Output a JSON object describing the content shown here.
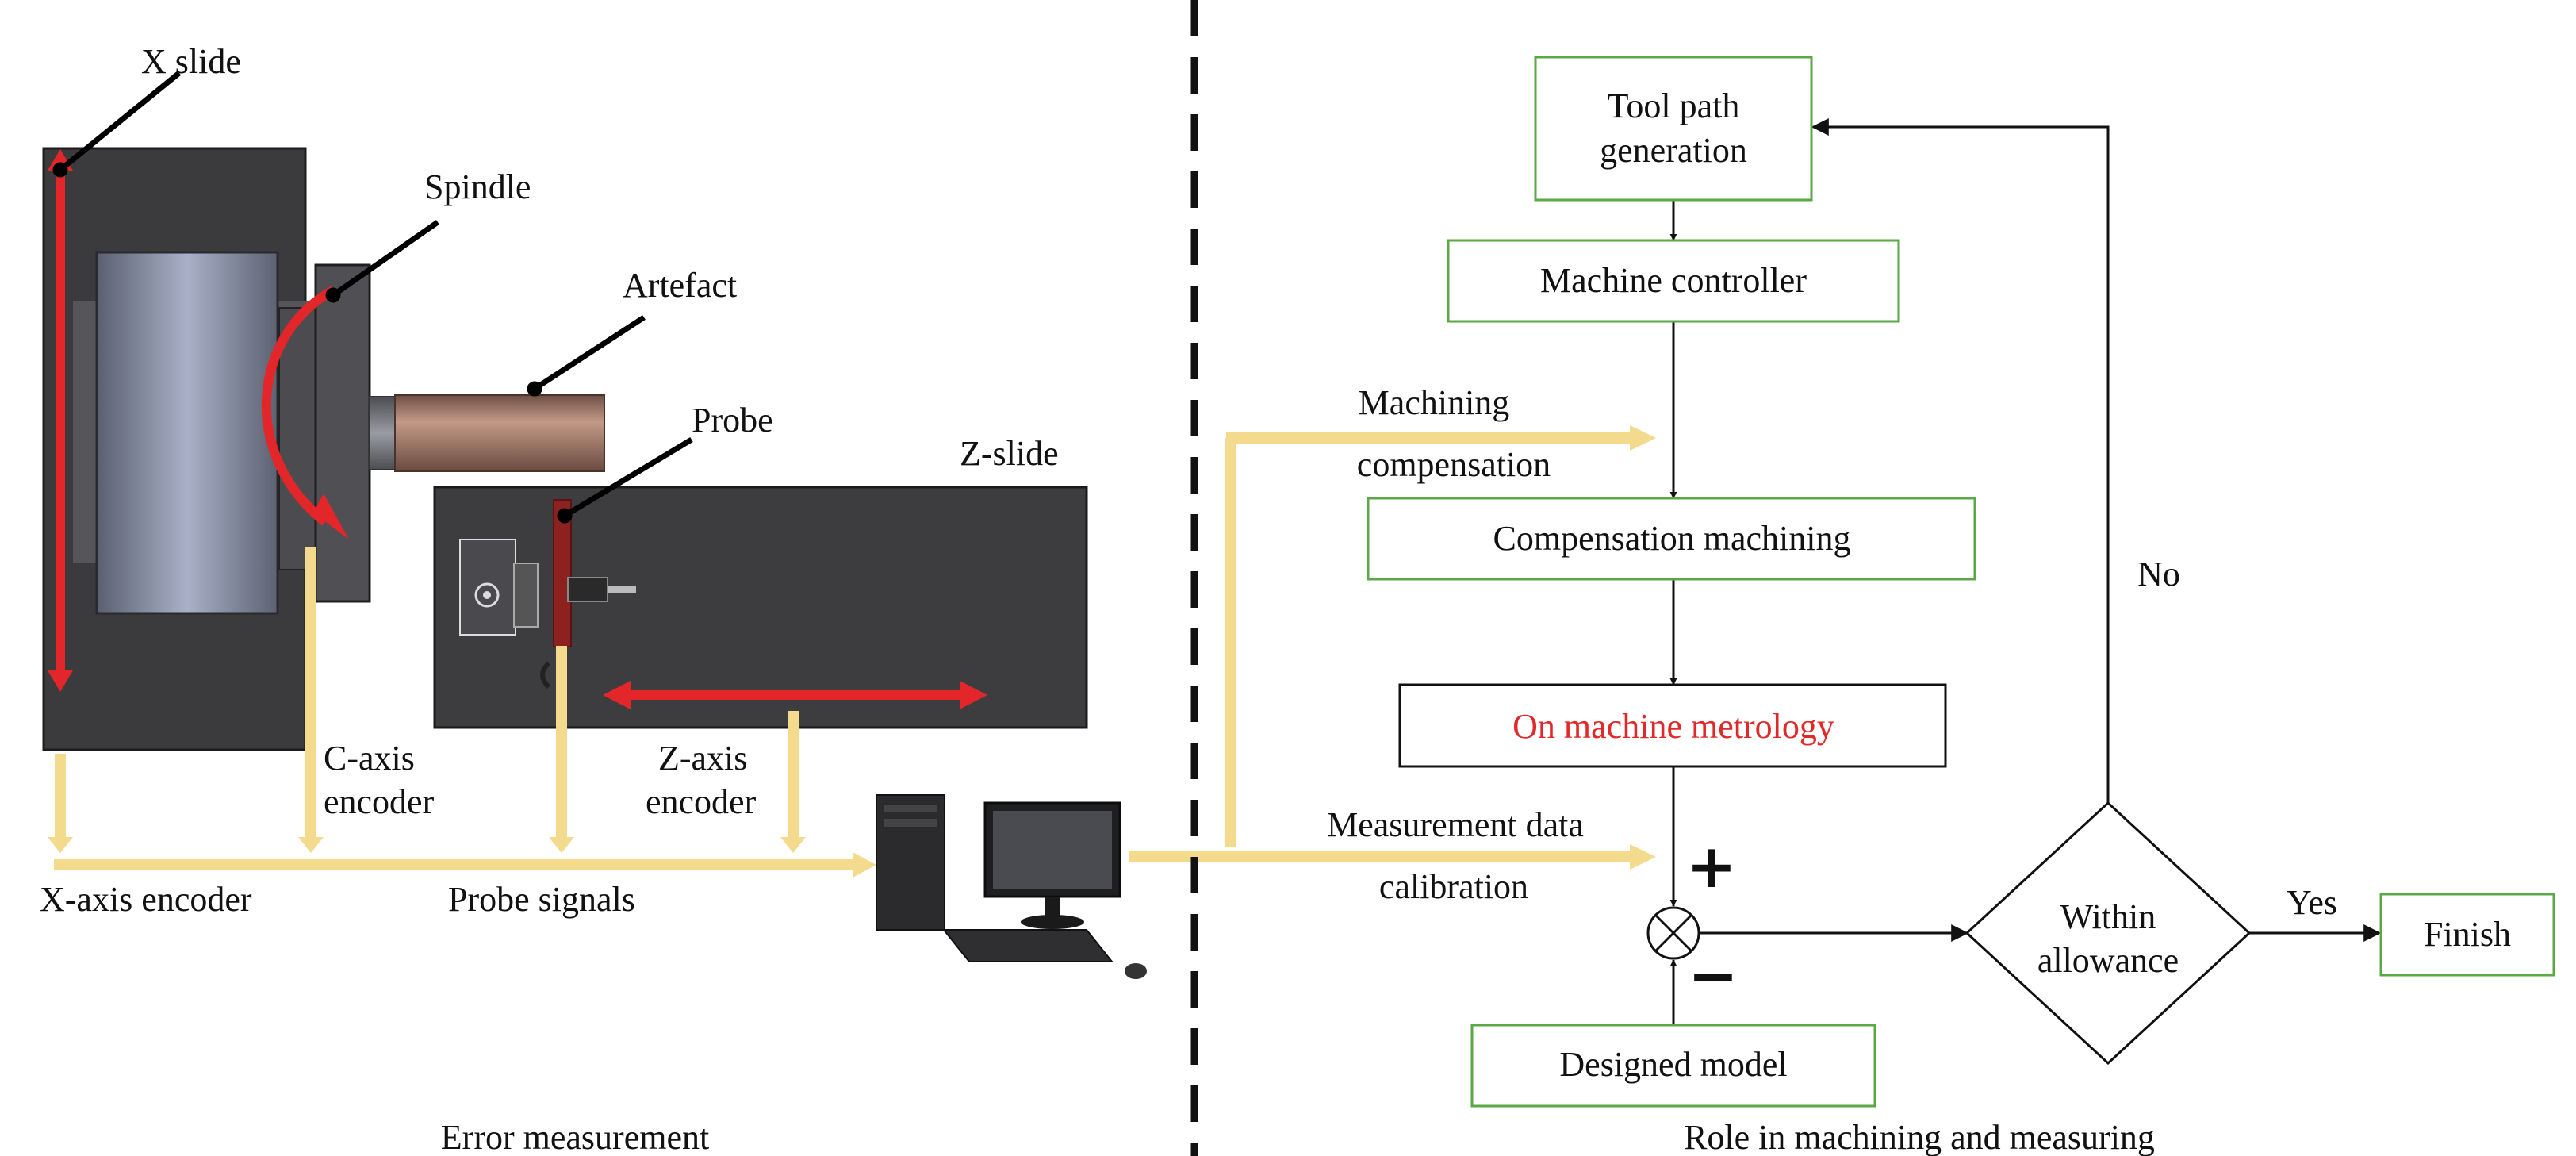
{
  "left_panel": {
    "caption": "Error measurement",
    "labels": {
      "x_slide": "X slide",
      "spindle": "Spindle",
      "artefact": "Artefact",
      "probe": "Probe",
      "z_slide": "Z-slide",
      "c_axis_encoder_line1": "C-axis",
      "c_axis_encoder_line2": "encoder",
      "z_axis_encoder_line1": "Z-axis",
      "z_axis_encoder_line2": "encoder",
      "x_axis_encoder": "X-axis encoder",
      "probe_signals": "Probe signals"
    }
  },
  "right_panel": {
    "caption": "Role in machining and measuring",
    "boxes": {
      "tool_path_line1": "Tool path",
      "tool_path_line2": "generation",
      "machine_controller": "Machine controller",
      "compensation_machining": "Compensation machining",
      "on_machine_metrology": "On machine metrology",
      "designed_model": "Designed model",
      "finish": "Finish"
    },
    "decision_line1": "Within",
    "decision_line2": "allowance",
    "edge_labels": {
      "machining_compensation_line1": "Machining",
      "machining_compensation_line2": "compensation",
      "measurement_data_line1": "Measurement data",
      "measurement_data_line2": "calibration",
      "yes": "Yes",
      "no": "No"
    },
    "signs": {
      "plus": "+",
      "minus": "−"
    }
  },
  "colors": {
    "box_border": "#5aa846",
    "metrology_text": "#e02a2a",
    "signal_arrow": "#f3da8c",
    "motion_arrow": "#e3262a",
    "machine_dark": "#3b3b3d"
  }
}
